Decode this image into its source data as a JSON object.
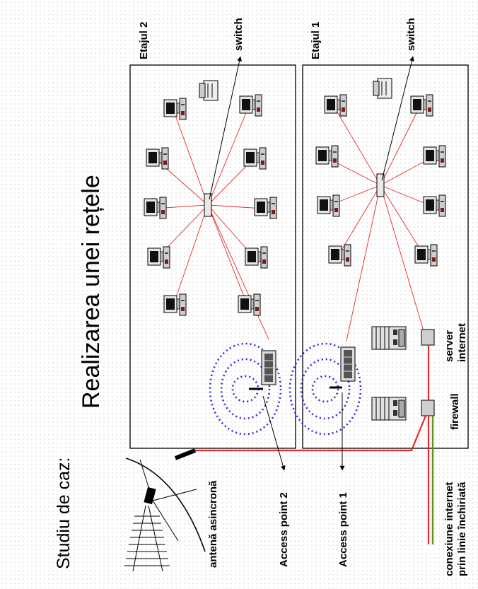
{
  "slide": {
    "heading": "Studiu de caz:",
    "title": "Realizarea unei rețele"
  },
  "floors": {
    "floor2": "Etajul 2",
    "floor1": "Etajul 1",
    "switch_label": "switch"
  },
  "devices": {
    "antenna": "antenă asincronă",
    "ap2": "Access point 2",
    "ap1": "Access point 1",
    "firewall": "firewall",
    "server_line1": "server",
    "server_line2": "internet",
    "conn_line1": "conexiune internet",
    "conn_line2": "prin linie închiriată"
  },
  "colors": {
    "link": "#e8282a",
    "wifi": "#2a2ad8",
    "lease_line": "#6b8e23"
  }
}
